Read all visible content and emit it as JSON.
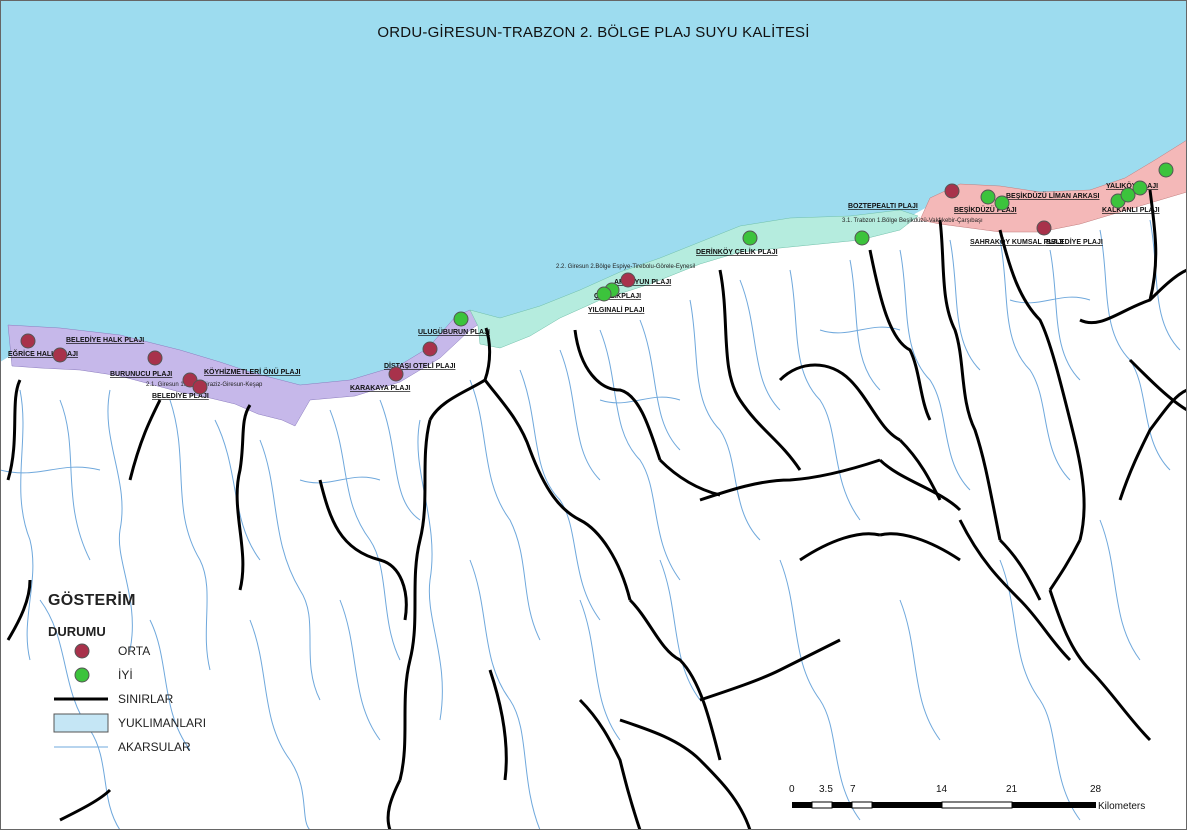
{
  "map": {
    "title": "ORDU-GİRESUN-TRABZON 2. BÖLGE PLAJ SUYU KALİTESİ",
    "colors": {
      "sea": "#9ddcef",
      "land": "#ffffff",
      "zone_purple": "#c6b8ea",
      "zone_teal": "#b5ecde",
      "zone_pink": "#f4b8b8",
      "orta": "#a8324b",
      "iyi": "#3cc33c",
      "rivers": "#6fa8dc",
      "borders": "#000000"
    },
    "beach_labels": [
      "BELEDİYE HALK PLAJI",
      "EĞRİCE HALK PLAJI",
      "BURUNUCU PLAJI",
      "KÖYHİZMETLERİ ÖNÜ PLAJI",
      "BELEDİYE PLAJI",
      "KARAKAYA PLAJI",
      "DİŞTAŞI OTELİ PLAJI",
      "ULUGÜBURUN PLAJI",
      "YILGINALİ PLAJI",
      "ÇAMLIKPLAJI",
      "DERİNKÖY ÇELİK PLAJI",
      "BEŞİKDÜZÜ PLAJI",
      "BOZTEPEALTI PLAJI",
      "BEŞİKDÜZÜ LİMAN ARKASI",
      "KALKANLI PLAJI",
      "YALIKÖY PLAJI",
      "BELEDİYE PLAJI",
      "SAHRAKÖY KUMSAL PLAJI",
      "AKKOYUN PLAJI"
    ],
    "zone_labels": [
      "2.1. Giresun 1.Bölge Piraziz-Giresun-Keşap",
      "2.2. Giresun 2.Bölge Espiye-Tirebolu-Görele-Eynesil",
      "3.1. Trabzon 1.Bölge Beşikdüzü-Vakfıkebir-Çarşıbaşı"
    ],
    "beaches": [
      {
        "status": "ORTA"
      },
      {
        "status": "ORTA"
      },
      {
        "status": "ORTA"
      },
      {
        "status": "ORTA"
      },
      {
        "status": "ORTA"
      },
      {
        "status": "ORTA"
      },
      {
        "status": "ORTA"
      },
      {
        "status": "İYİ"
      },
      {
        "status": "ORTA"
      },
      {
        "status": "İYİ"
      },
      {
        "status": "İYİ"
      },
      {
        "status": "İYİ"
      },
      {
        "status": "İYİ"
      },
      {
        "status": "ORTA"
      },
      {
        "status": "İYİ"
      },
      {
        "status": "İYİ"
      },
      {
        "status": "ORTA"
      },
      {
        "status": "İYİ"
      },
      {
        "status": "İYİ"
      },
      {
        "status": "İYİ"
      },
      {
        "status": "İYİ"
      }
    ]
  },
  "legend": {
    "title": "GÖSTERİM",
    "subtitle": "DURUMU",
    "items": {
      "orta": "ORTA",
      "iyi": "İYİ",
      "sinirlar": "SINIRLAR",
      "yuklimanlari": "YUKLIMANLARI",
      "akarsular": "AKARSULAR"
    }
  },
  "scale_bar": {
    "ticks": [
      "0",
      "3.5",
      "7",
      "14",
      "21",
      "28"
    ],
    "unit": "Kilometers"
  }
}
